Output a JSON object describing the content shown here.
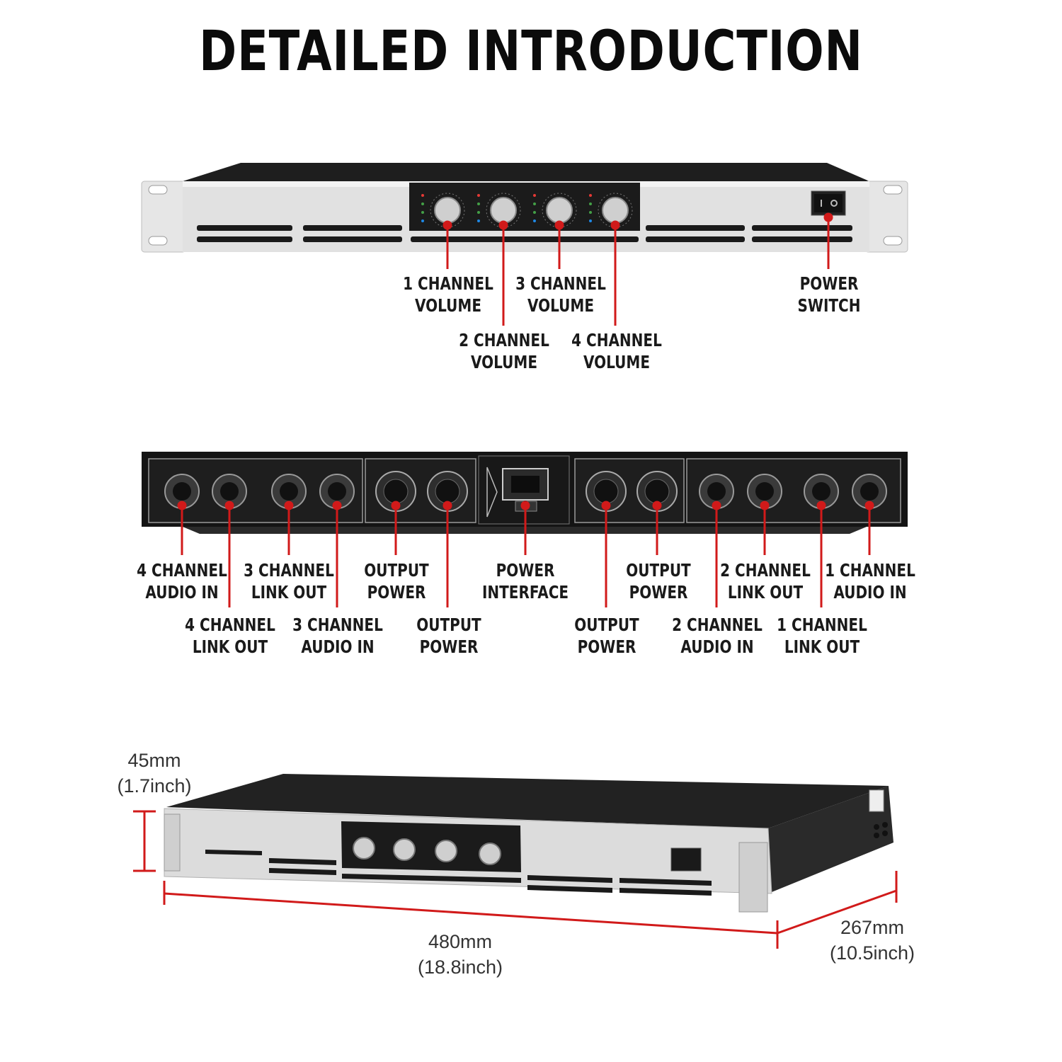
{
  "page": {
    "title": "DETAILED INTRODUCTION"
  },
  "front_panel": {
    "labels": [
      {
        "line1": "1 CHANNEL",
        "line2": "VOLUME"
      },
      {
        "line1": "2 CHANNEL",
        "line2": "VOLUME"
      },
      {
        "line1": "3 CHANNEL",
        "line2": "VOLUME"
      },
      {
        "line1": "4 CHANNEL",
        "line2": "VOLUME"
      },
      {
        "line1": "POWER",
        "line2": "SWITCH"
      }
    ]
  },
  "rear_panel": {
    "labels": [
      {
        "line1": "4 CHANNEL",
        "line2": "AUDIO IN"
      },
      {
        "line1": "4 CHANNEL",
        "line2": "LINK OUT"
      },
      {
        "line1": "3 CHANNEL",
        "line2": "LINK OUT"
      },
      {
        "line1": "3 CHANNEL",
        "line2": "AUDIO IN"
      },
      {
        "line1": "OUTPUT",
        "line2": "POWER"
      },
      {
        "line1": "OUTPUT",
        "line2": "POWER"
      },
      {
        "line1": "POWER",
        "line2": "INTERFACE"
      },
      {
        "line1": "OUTPUT",
        "line2": "POWER"
      },
      {
        "line1": "OUTPUT",
        "line2": "POWER"
      },
      {
        "line1": "2 CHANNEL",
        "line2": "AUDIO IN"
      },
      {
        "line1": "2 CHANNEL",
        "line2": "LINK OUT"
      },
      {
        "line1": "1 CHANNEL",
        "line2": "LINK OUT"
      },
      {
        "line1": "1 CHANNEL",
        "line2": "AUDIO IN"
      }
    ]
  },
  "dimensions": {
    "height": {
      "mm": "45mm",
      "inch": "(1.7inch)"
    },
    "width": {
      "mm": "480mm",
      "inch": "(18.8inch)"
    },
    "depth": {
      "mm": "267mm",
      "inch": "(10.5inch)"
    }
  },
  "colors": {
    "callout": "#d11a1a",
    "chassis_dark": "#1c1c1c",
    "panel_silver": "#d9d9d9"
  }
}
